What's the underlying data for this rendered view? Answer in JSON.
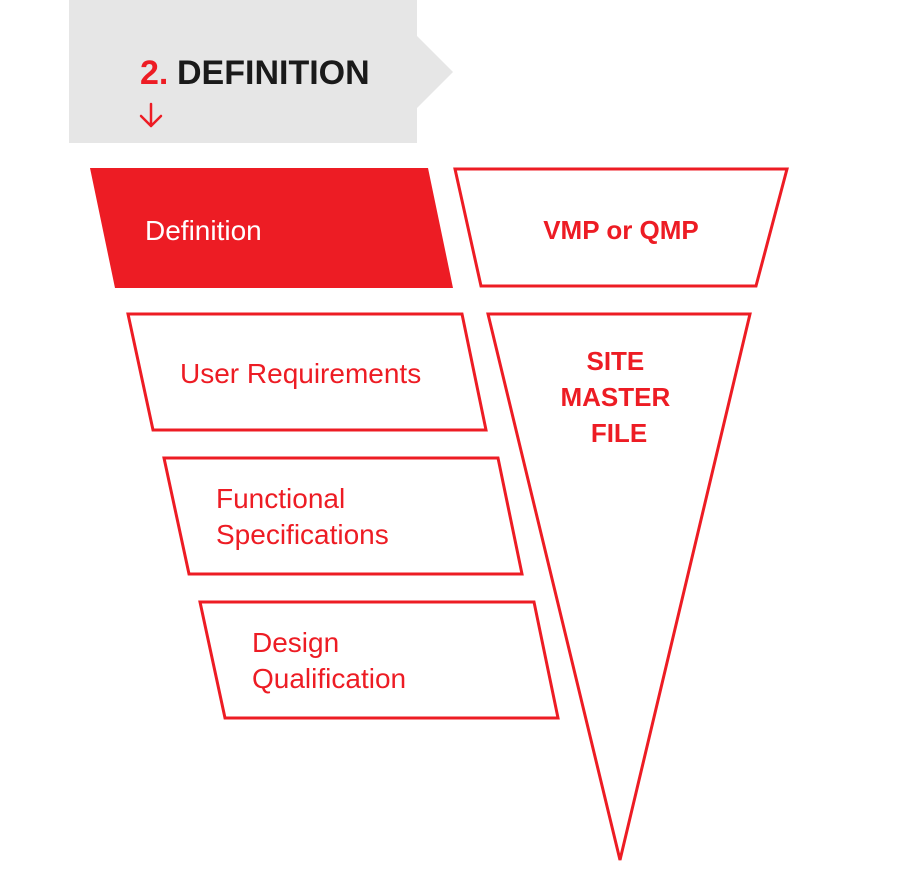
{
  "header": {
    "number": "2.",
    "title": "DEFINITION",
    "arrow_icon": "arrow-down-icon"
  },
  "steps": [
    {
      "lines": [
        "Definition"
      ],
      "active": true
    },
    {
      "lines": [
        "User Requirements"
      ],
      "active": false
    },
    {
      "lines": [
        "Functional",
        "Specifications"
      ],
      "active": false
    },
    {
      "lines": [
        "Design",
        "Qualification"
      ],
      "active": false
    }
  ],
  "documents": {
    "vmp": {
      "lines": [
        "VMP or QMP"
      ]
    },
    "site_master_file": {
      "lines": [
        "SITE",
        "MASTER",
        "FILE"
      ]
    }
  },
  "colors": {
    "accent": "#ed1c24",
    "header_background": "#e6e6e6",
    "title_text": "#1a1a1a"
  }
}
